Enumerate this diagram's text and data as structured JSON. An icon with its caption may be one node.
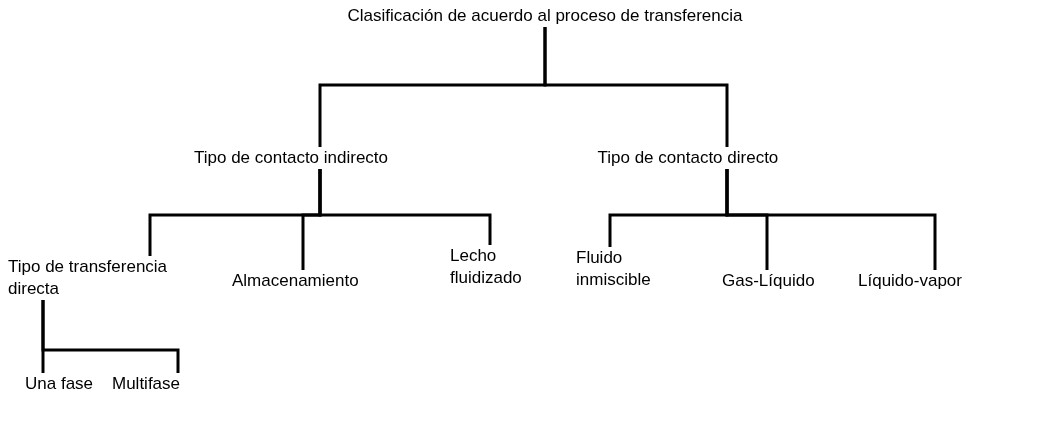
{
  "diagram": {
    "nodes": [
      {
        "text": [
          "Clasificación de acuerdo al proceso de transferencia"
        ]
      },
      {
        "text": [
          "Tipo de contacto indirecto"
        ]
      },
      {
        "text": [
          "Tipo de contacto directo"
        ]
      },
      {
        "text": [
          "Tipo de transferencia directa"
        ]
      },
      {
        "text": [
          "Almacenamiento"
        ]
      },
      {
        "text": [
          "Lecho fluidizado"
        ]
      },
      {
        "text": [
          "Fluido inmiscible"
        ]
      },
      {
        "text": [
          "Gas-Líquido"
        ]
      },
      {
        "text": [
          "Líquido-vapor"
        ]
      },
      {
        "text": [
          "Una fase"
        ]
      },
      {
        "text": [
          "Multifase"
        ]
      }
    ],
    "edges": [
      {
        "from": 0,
        "to": 1,
        "arrow": "none"
      },
      {
        "from": 0,
        "to": 2,
        "arrow": "none"
      },
      {
        "from": 1,
        "to": 3,
        "arrow": "none"
      },
      {
        "from": 1,
        "to": 4,
        "arrow": "none"
      },
      {
        "from": 1,
        "to": 5,
        "arrow": "none"
      },
      {
        "from": 2,
        "to": 6,
        "arrow": "none"
      },
      {
        "from": 2,
        "to": 7,
        "arrow": "none"
      },
      {
        "from": 2,
        "to": 8,
        "arrow": "none"
      },
      {
        "from": 3,
        "to": 9,
        "arrow": "none"
      },
      {
        "from": 3,
        "to": 10,
        "arrow": "none"
      }
    ]
  }
}
